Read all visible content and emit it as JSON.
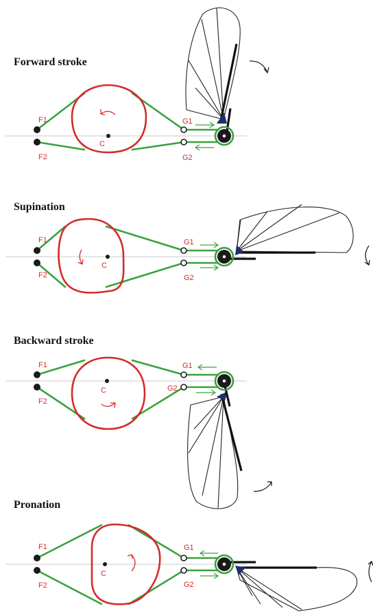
{
  "colors": {
    "belt": "#3aa13f",
    "pulley": "#d42a2a",
    "pin": "#1a1a1a",
    "axis": "#c8c8c8",
    "wing_base": "#1e2e6a"
  },
  "phases": [
    {
      "title": "Forward stroke",
      "labels": {
        "f1": "F1",
        "f2": "F2",
        "c": "C",
        "g1": "G1",
        "g2": "G2"
      },
      "wing_direction": "up"
    },
    {
      "title": "Supination",
      "labels": {
        "f1": "F1",
        "f2": "F2",
        "c": "C",
        "g1": "G1",
        "g2": "G2"
      },
      "wing_direction": "right"
    },
    {
      "title": "Backward stroke",
      "labels": {
        "f1": "F1",
        "f2": "F2",
        "c": "C",
        "g1": "G1",
        "g2": "G2"
      },
      "wing_direction": "down"
    },
    {
      "title": "Pronation",
      "labels": {
        "f1": "F1",
        "f2": "F2",
        "c": "C",
        "g1": "G1",
        "g2": "G2"
      },
      "wing_direction": "right"
    }
  ]
}
